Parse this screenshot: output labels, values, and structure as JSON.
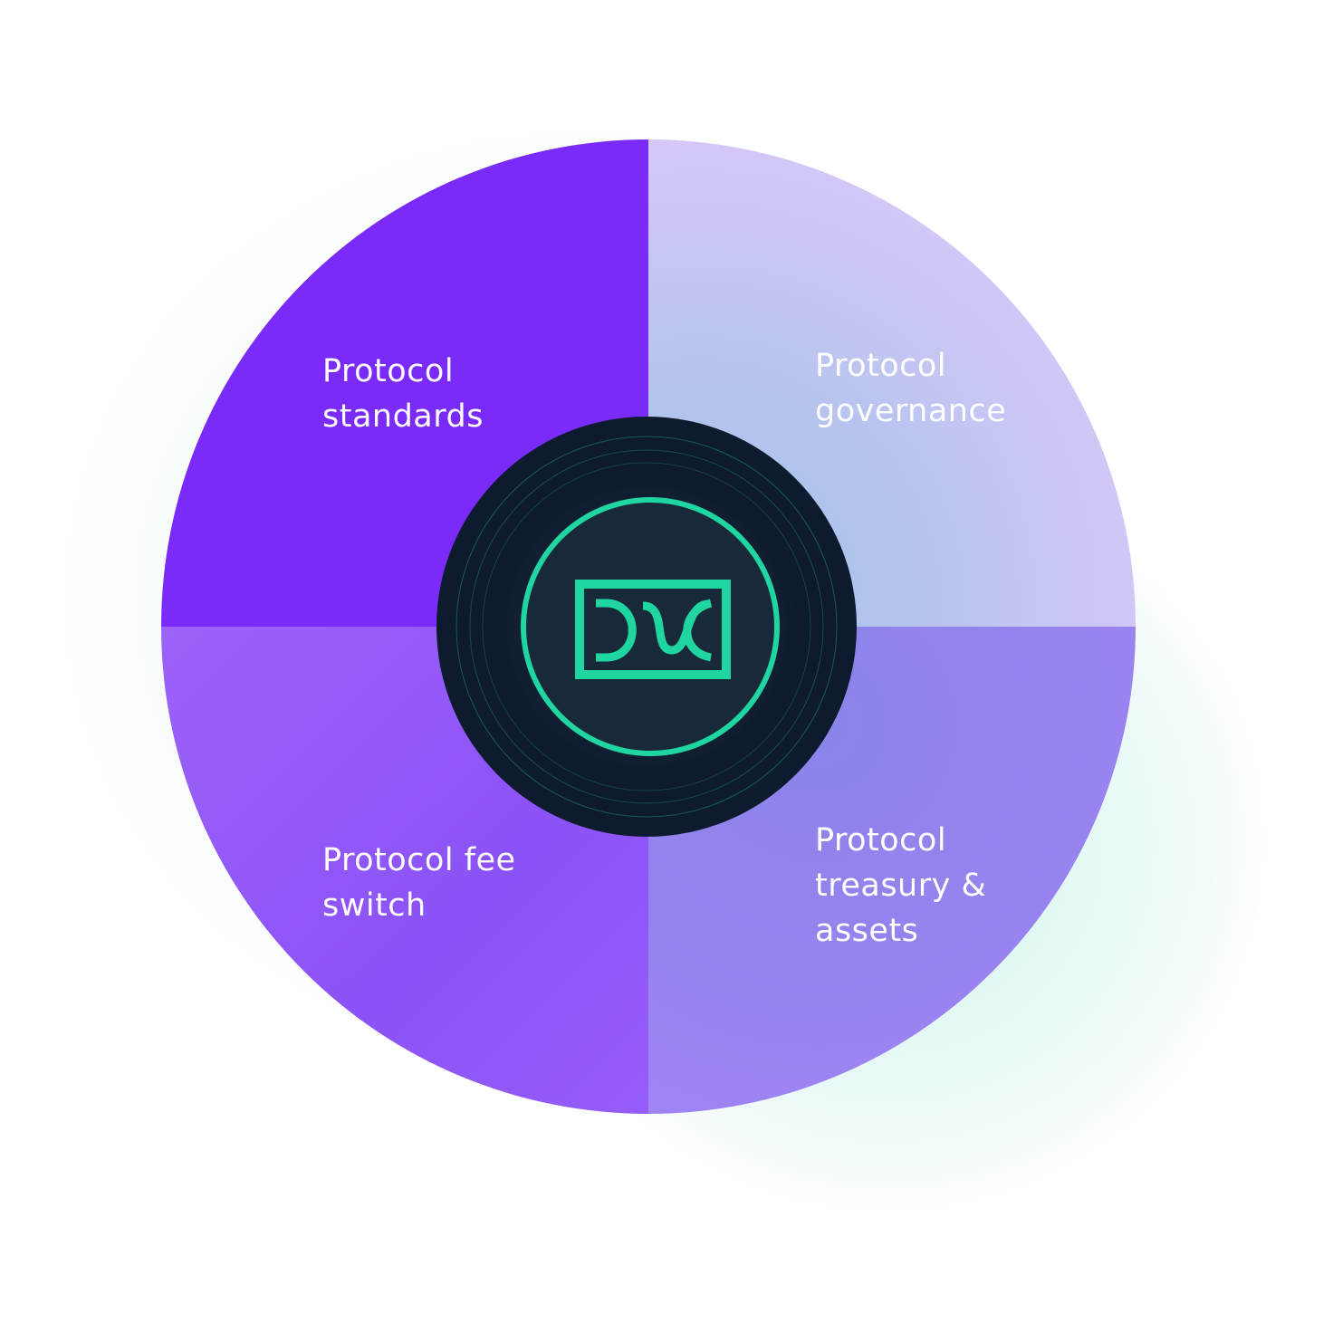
{
  "diagram": {
    "quadrants": [
      {
        "id": "standards",
        "lines": [
          "Protocol",
          "standards"
        ],
        "color": "#7B2BF9"
      },
      {
        "id": "governance",
        "lines": [
          "Protocol",
          "governance"
        ],
        "color": "#D5C7F8",
        "accent": "#9FC2E6"
      },
      {
        "id": "fee-switch",
        "lines": [
          "Protocol fee",
          "switch"
        ],
        "color": "#955CF8"
      },
      {
        "id": "treasury",
        "lines": [
          "Protocol",
          "treasury &",
          "assets"
        ],
        "color": "#9E85F1",
        "accent": "#8A85EA"
      }
    ],
    "center": {
      "icon": "wave-bridge-logo-icon",
      "background": "#0E1B2E",
      "inner_background": "#182A3A",
      "accent": "#1FD6A0"
    },
    "glow_color": "#9DE6DC"
  }
}
